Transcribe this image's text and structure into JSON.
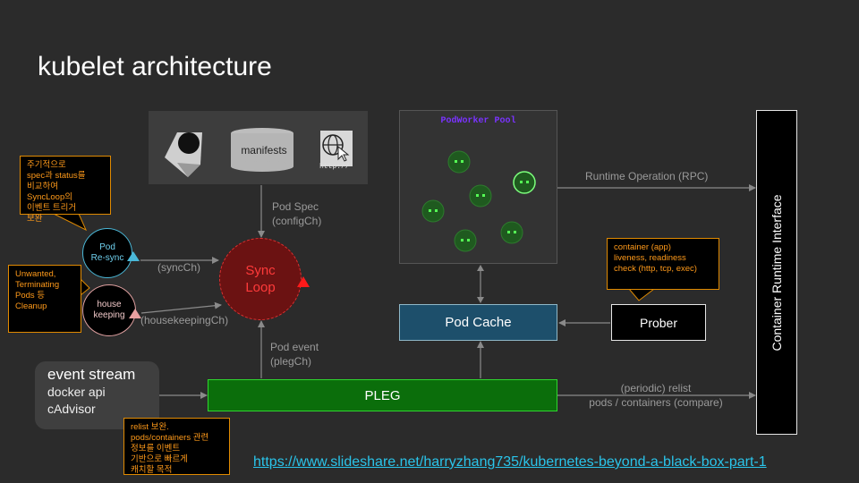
{
  "title": "kubelet architecture",
  "sources": {
    "manifests_label": "manifests",
    "http_label": "http://"
  },
  "pod_worker_pool": {
    "title": "PodWorker Pool"
  },
  "container_runtime_interface": "Container Runtime Interface",
  "sync_loop": {
    "line1": "Sync",
    "line2": "Loop"
  },
  "pod_resync": {
    "line1": "Pod",
    "line2": "Re-sync"
  },
  "housekeeping": {
    "line1": "house",
    "line2": "keeping"
  },
  "pod_cache": "Pod Cache",
  "prober": "Prober",
  "pleg": "PLEG",
  "event_stream": {
    "heading": "event stream",
    "items": [
      "docker api",
      "cAdvisor"
    ]
  },
  "edge_labels": {
    "pod_spec": [
      "Pod Spec",
      "(configCh)"
    ],
    "sync_ch": "(syncCh)",
    "housekeeping_ch": "(housekeepingCh)",
    "pod_event": [
      "Pod event",
      "(plegCh)"
    ],
    "runtime_operation": "Runtime Operation (RPC)",
    "relist": [
      "(periodic) relist",
      "pods / containers (compare)"
    ]
  },
  "notes": {
    "resync_note": [
      "주기적으로",
      "spec과 status를",
      "비교하여",
      "SyncLoop의",
      "이벤트 트리거",
      "보완"
    ],
    "housekeeping_note": [
      "Unwanted,",
      "Terminating",
      "Pods 등",
      "Cleanup"
    ],
    "pleg_note": [
      "relist 보완.",
      "pods/containers 관련",
      "정보를 이벤트",
      "기반으로 빠르게",
      "캐치할 목적"
    ],
    "prober_note": [
      "container (app)",
      "liveness, readiness",
      "check (http, tcp, exec)"
    ]
  },
  "url": "https://www.slideshare.net/harryzhang735/kubernetes-beyond-a-black-box-part-1",
  "colors": {
    "background": "#2b2b2b",
    "sync_loop": "#ff3a3a",
    "pleg": "#0b6e0b",
    "pod_cache": "#1d4f6b",
    "note_border": "#e08a00",
    "link": "#2ac4ea"
  }
}
